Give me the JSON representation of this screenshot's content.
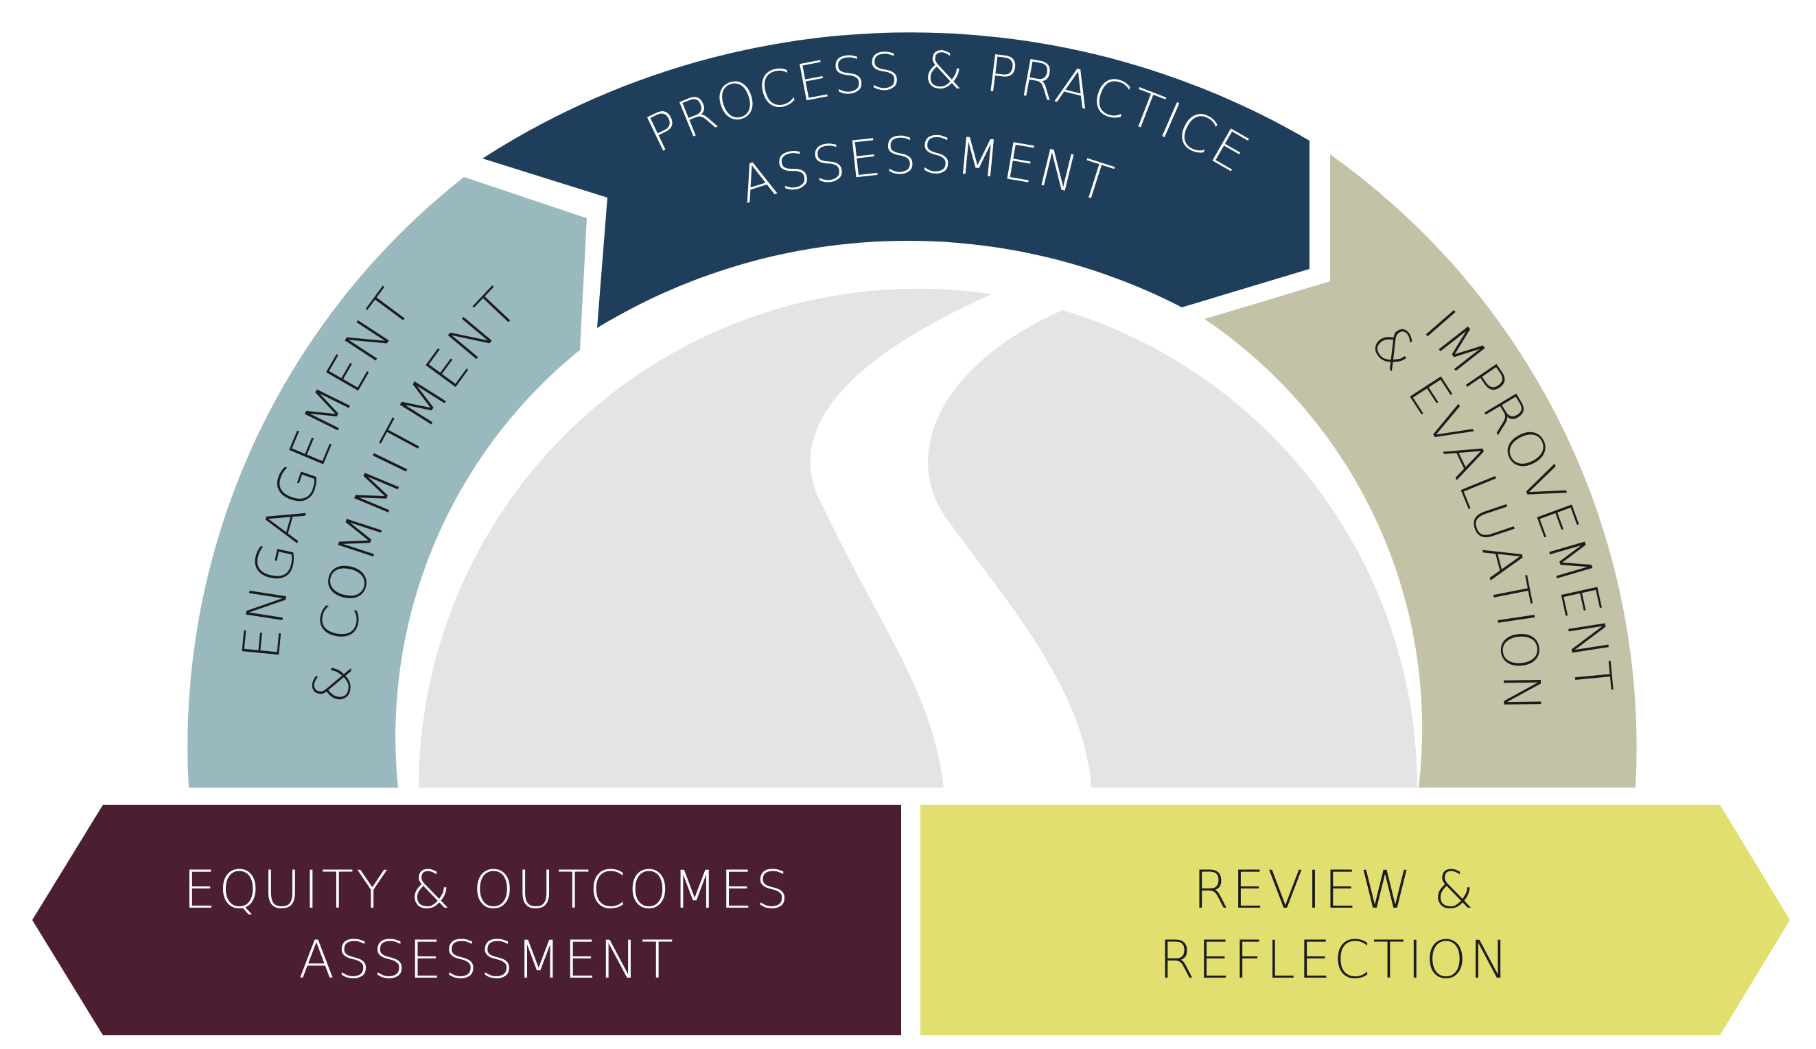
{
  "segments": {
    "engagement": {
      "line1": "ENGAGEMENT",
      "line2": "& COMMITMENT",
      "color": "#9ab9bf",
      "text_color": "#1c1c1c"
    },
    "process": {
      "line1": "PROCESS & PRACTICE",
      "line2": "ASSESSMENT",
      "color": "#1f3e5c",
      "text_color": "#ffffff"
    },
    "improvement": {
      "line1": "IMPROVEMENT",
      "line2": "& EVALUATION",
      "color": "#c4c2a6",
      "text_color": "#1c1c1c"
    },
    "equity": {
      "line1": "EQUITY & OUTCOMES",
      "line2": "ASSESSMENT",
      "color": "#4b1e32",
      "text_color": "#ffffff"
    },
    "review": {
      "line1": "REVIEW &",
      "line2": "REFLECTION",
      "color": "#e1df70",
      "text_color": "#1c1c1c"
    }
  },
  "center": {
    "dome_color": "#e4e4e4",
    "path_color": "#ffffff"
  }
}
